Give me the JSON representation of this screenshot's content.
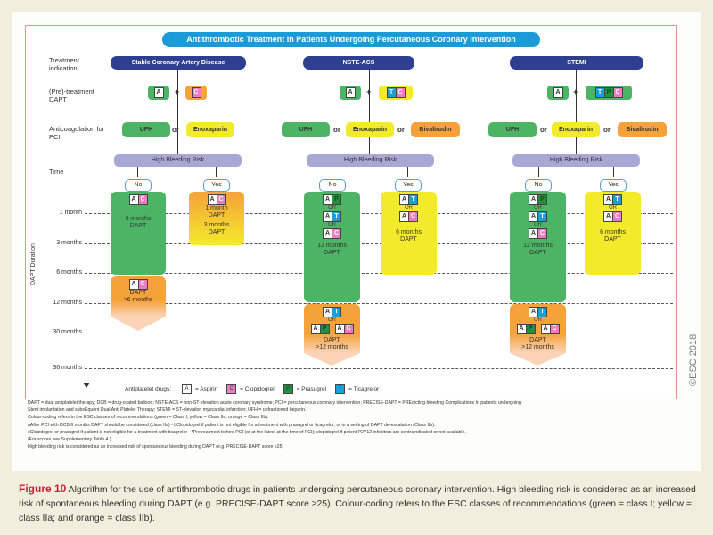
{
  "title": "Antithrombotic Treatment in Patients Undergoing Percutaneous Coronary Intervention",
  "row_labels": {
    "treatment_indication": "Treatment indication",
    "pretreatment": "(Pre)-treatment DAPT",
    "anticoagulation": "Anticoagulation for PCI",
    "time": "Time"
  },
  "indications": [
    {
      "label": "Stable Coronary Artery Disease"
    },
    {
      "label": "NSTE-ACS"
    },
    {
      "label": "STEMI"
    }
  ],
  "drug_letters": {
    "aspirin": "A",
    "clopidogrel": "C",
    "prasugrel": "P",
    "ticagrelor": "T"
  },
  "plus": "+",
  "or_text": "or",
  "or_upper": "OR",
  "anticoagulants": {
    "ufh": "UFH",
    "enoxaparin": "Enoxaparin",
    "bivalirudin": "Bivalirudin"
  },
  "hbr_label": "High Bleeding Risk",
  "no_label": "No",
  "yes_label": "Yes",
  "axis": {
    "title": "DAPT Duration",
    "ticks": [
      "1 month",
      "3 months",
      "6 months",
      "12 months",
      "30 months",
      "36 months"
    ]
  },
  "blocks": {
    "scad_no": {
      "text1": "6 months",
      "sup": "a",
      "text2": "DAPT"
    },
    "scad_no_ext": {
      "text1": "DAPT",
      "text2": ">6 months"
    },
    "scad_yes": {
      "text1": "1 month",
      "text2": "DAPT",
      "text3": "3 months",
      "text4": "DAPT"
    },
    "acs_no": {
      "text1": "12 months",
      "text2": "DAPT",
      "sup": "b"
    },
    "acs_yes": {
      "text1": "6 months",
      "text2": "DAPT"
    },
    "acs_ext": {
      "text1": "DAPT",
      "text2": ">12 months",
      "sup": "c"
    }
  },
  "legend": {
    "label": "Antiplatelet drugs:",
    "items": [
      {
        "letter": "A",
        "name": "= Aspirin"
      },
      {
        "letter": "C",
        "name": "= Clopidogrel"
      },
      {
        "letter": "P",
        "name": "= Prasugrel"
      },
      {
        "letter": "T",
        "name": "= Ticagrelor"
      }
    ]
  },
  "footnotes": [
    "DAPT = dual antiplatelet therapy; DCB = drug-coated balloon; NSTE-ACS = non-ST-elevation acute coronary syndrome; PCI = percutaneous coronary intervention; PRECISE-DAPT = PREdicting bleeding Complications In patients undergoing",
    "Stent implantation and subsEquent Dual Anti Platelet Therapy; STEMI = ST-elevation myocardial infarction; UFH = unfractioned heparin.",
    "Colour-coding refers to the ESC classes of recommendations (green = Class I; yellow = Class IIa; orange = Class IIb).",
    "aAfter PCI with DCB 6 months DAPT should be considered (class IIa) - bClopidogrel if patient is not eligible for a treatment with prasugrel or ticagrelor; or in a setting of DAPT de-escalation (Class IIb).",
    "cClopidogrel or prasugrel if patient is not eligible for a treatment with ticagrelor - *Pretreatment before PCI (or at the latest at the time of PCI); clopidogrel if potent P2Y12 inhibitors are contraindicated or not available.",
    "(For scores see Supplementary Table 4.)",
    "High bleeding risk is considered as an increased risk of spontaneous bleeding during DAPT (e.g. PRECISE-DAPT score ≥25)"
  ],
  "copyright": "©ESC 2018",
  "caption": {
    "figure_label": "Figure 10",
    "text": " Algorithm for the use of antithrombotic drugs in patients undergoing percutaneous coronary intervention. High bleeding risk is considered as an increased risk of spontaneous bleeding during DAPT (e.g. PRECISE-DAPT score ≥25). Colour-coding refers to the ESC classes of recommendations (green = class I; yellow = class IIa; and orange = class IIb)."
  },
  "colors": {
    "class_I_green": "#4cb464",
    "class_IIa_yellow": "#f3ea2a",
    "class_IIb_orange": "#f5a23a",
    "title_blue": "#1a9ad6",
    "indication_navy": "#2e3f8f",
    "hbr_lavender": "#a9a7d3",
    "caption_red": "#c8203a"
  }
}
